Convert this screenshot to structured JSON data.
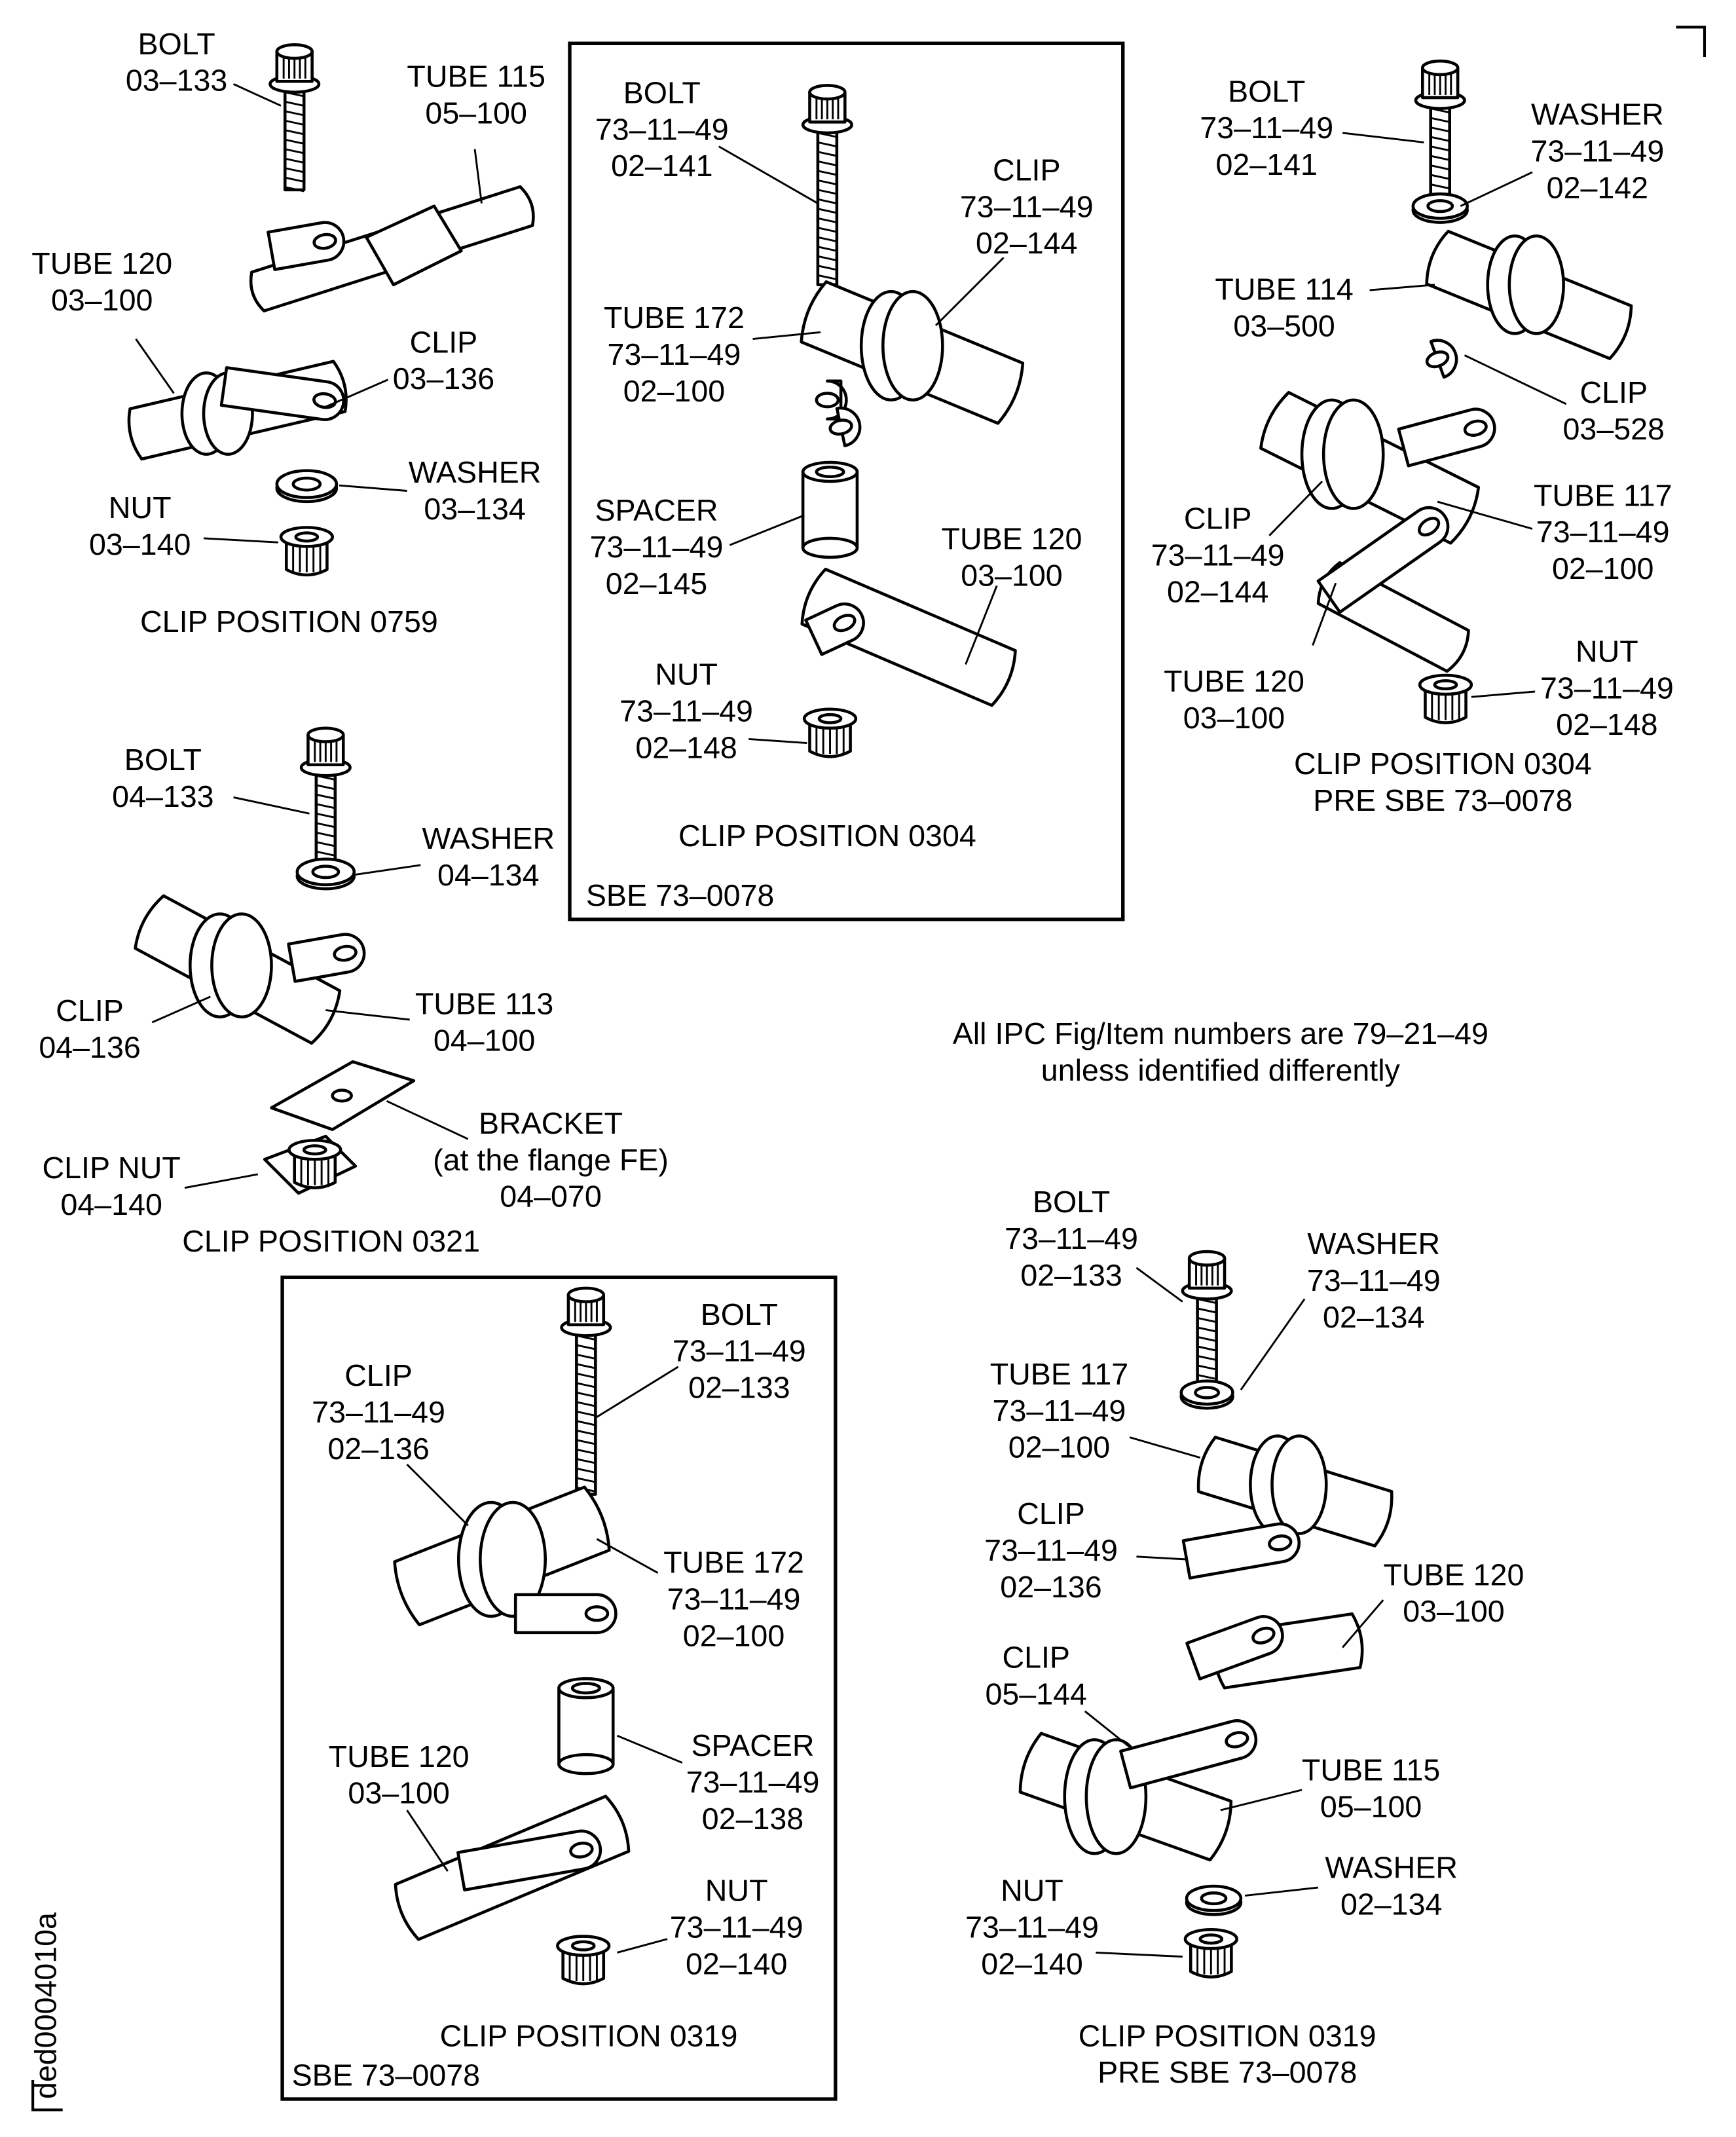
{
  "groups": [
    {
      "id": "clip-position-0759",
      "caption": [
        "CLIP POSITION 0759"
      ],
      "labels": [
        {
          "id": "bolt",
          "lines": [
            "BOLT",
            "03–133"
          ]
        },
        {
          "id": "tube-115",
          "lines": [
            "TUBE 115",
            "05–100"
          ]
        },
        {
          "id": "tube-120",
          "lines": [
            "TUBE 120",
            "03–100"
          ]
        },
        {
          "id": "clip",
          "lines": [
            "CLIP",
            "03–136"
          ]
        },
        {
          "id": "washer",
          "lines": [
            "WASHER",
            "03–134"
          ]
        },
        {
          "id": "nut",
          "lines": [
            "NUT",
            "03–140"
          ]
        }
      ]
    },
    {
      "id": "clip-position-0304-sbe",
      "caption": [
        "CLIP POSITION 0304"
      ],
      "note": "SBE 73–0078",
      "labels": [
        {
          "id": "bolt",
          "lines": [
            "BOLT",
            "73–11–49",
            "02–141"
          ]
        },
        {
          "id": "clip",
          "lines": [
            "CLIP",
            "73–11–49",
            "02–144"
          ]
        },
        {
          "id": "tube-172",
          "lines": [
            "TUBE 172",
            "73–11–49",
            "02–100"
          ]
        },
        {
          "id": "spacer",
          "lines": [
            "SPACER",
            "73–11–49",
            "02–145"
          ]
        },
        {
          "id": "tube-120",
          "lines": [
            "TUBE 120",
            "03–100"
          ]
        },
        {
          "id": "nut",
          "lines": [
            "NUT",
            "73–11–49",
            "02–148"
          ]
        }
      ]
    },
    {
      "id": "clip-position-0304-pre-sbe",
      "caption": [
        "CLIP POSITION 0304",
        "PRE SBE 73–0078"
      ],
      "labels": [
        {
          "id": "bolt",
          "lines": [
            "BOLT",
            "73–11–49",
            "02–141"
          ]
        },
        {
          "id": "washer",
          "lines": [
            "WASHER",
            "73–11–49",
            "02–142"
          ]
        },
        {
          "id": "tube-114",
          "lines": [
            "TUBE 114",
            "03–500"
          ]
        },
        {
          "id": "clip-03-528",
          "lines": [
            "CLIP",
            "03–528"
          ]
        },
        {
          "id": "tube-117",
          "lines": [
            "TUBE 117",
            "73–11–49",
            "02–100"
          ]
        },
        {
          "id": "clip-02-144",
          "lines": [
            "CLIP",
            "73–11–49",
            "02–144"
          ]
        },
        {
          "id": "nut",
          "lines": [
            "NUT",
            "73–11–49",
            "02–148"
          ]
        },
        {
          "id": "tube-120",
          "lines": [
            "TUBE 120",
            "03–100"
          ]
        }
      ]
    },
    {
      "id": "clip-position-0321",
      "caption": [
        "CLIP POSITION 0321"
      ],
      "labels": [
        {
          "id": "bolt",
          "lines": [
            "BOLT",
            "04–133"
          ]
        },
        {
          "id": "washer",
          "lines": [
            "WASHER",
            "04–134"
          ]
        },
        {
          "id": "clip",
          "lines": [
            "CLIP",
            "04–136"
          ]
        },
        {
          "id": "tube-113",
          "lines": [
            "TUBE 113",
            "04–100"
          ]
        },
        {
          "id": "bracket",
          "lines": [
            "BRACKET",
            "(at the flange FE)",
            "04–070"
          ]
        },
        {
          "id": "clip-nut",
          "lines": [
            "CLIP NUT",
            "04–140"
          ]
        }
      ]
    },
    {
      "id": "clip-position-0319-sbe",
      "caption": [
        "CLIP POSITION 0319"
      ],
      "note": "SBE 73–0078",
      "labels": [
        {
          "id": "bolt",
          "lines": [
            "BOLT",
            "73–11–49",
            "02–133"
          ]
        },
        {
          "id": "clip",
          "lines": [
            "CLIP",
            "73–11–49",
            "02–136"
          ]
        },
        {
          "id": "tube-172",
          "lines": [
            "TUBE 172",
            "73–11–49",
            "02–100"
          ]
        },
        {
          "id": "spacer",
          "lines": [
            "SPACER",
            "73–11–49",
            "02–138"
          ]
        },
        {
          "id": "tube-120",
          "lines": [
            "TUBE 120",
            "03–100"
          ]
        },
        {
          "id": "nut",
          "lines": [
            "NUT",
            "73–11–49",
            "02–140"
          ]
        }
      ]
    },
    {
      "id": "clip-position-0319-pre-sbe",
      "caption": [
        "CLIP POSITION 0319",
        "PRE SBE 73–0078"
      ],
      "labels": [
        {
          "id": "bolt",
          "lines": [
            "BOLT",
            "73–11–49",
            "02–133"
          ]
        },
        {
          "id": "washer-02-134-top",
          "lines": [
            "WASHER",
            "73–11–49",
            "02–134"
          ]
        },
        {
          "id": "tube-117",
          "lines": [
            "TUBE 117",
            "73–11–49",
            "02–100"
          ]
        },
        {
          "id": "clip-02-136",
          "lines": [
            "CLIP",
            "73–11–49",
            "02–136"
          ]
        },
        {
          "id": "tube-120",
          "lines": [
            "TUBE 120",
            "03–100"
          ]
        },
        {
          "id": "clip-05-144",
          "lines": [
            "CLIP",
            "05–144"
          ]
        },
        {
          "id": "tube-115",
          "lines": [
            "TUBE 115",
            "05–100"
          ]
        },
        {
          "id": "washer-02-134",
          "lines": [
            "WASHER",
            "02–134"
          ]
        },
        {
          "id": "nut",
          "lines": [
            "NUT",
            "73–11–49",
            "02–140"
          ]
        }
      ]
    }
  ],
  "note": [
    "All IPC Fig/Item numbers are 79–21–49",
    "unless identified differently"
  ],
  "drawing_id": "ded0004010a"
}
